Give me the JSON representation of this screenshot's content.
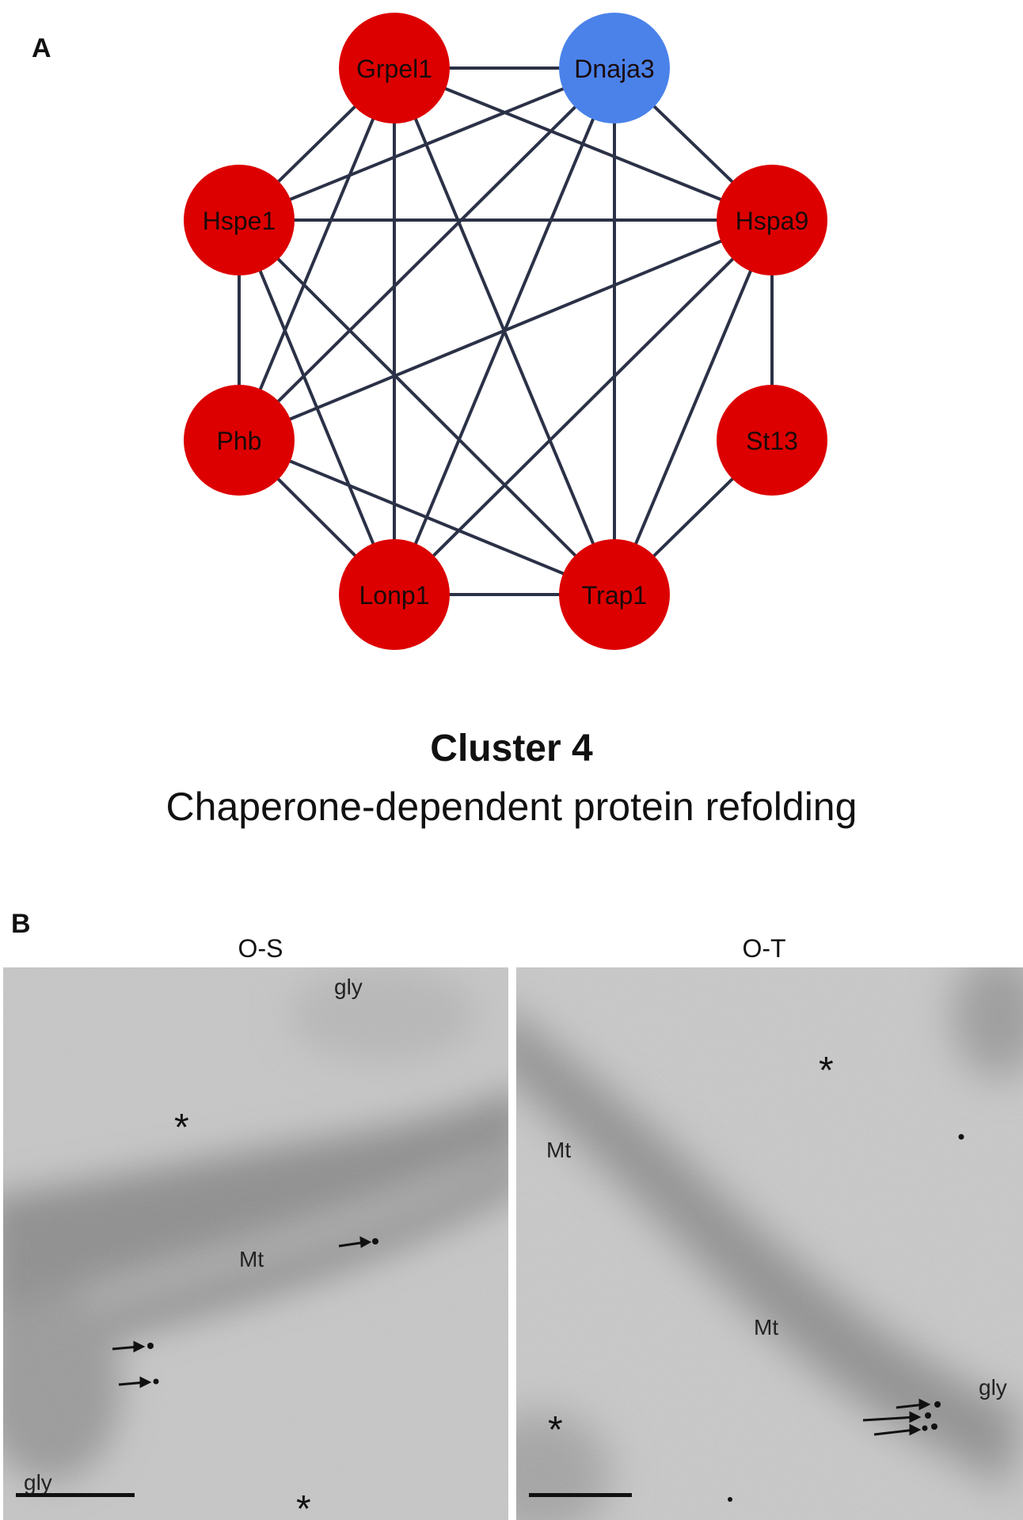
{
  "panel_a": {
    "letter": "A",
    "nodes": [
      {
        "id": "Grpel1",
        "label": "Grpel1",
        "color": "#dd0000"
      },
      {
        "id": "Dnaja3",
        "label": "Dnaja3",
        "color": "#4a82ea"
      },
      {
        "id": "Hspe1",
        "label": "Hspe1",
        "color": "#dd0000"
      },
      {
        "id": "Hspa9",
        "label": "Hspa9",
        "color": "#dd0000"
      },
      {
        "id": "Phb",
        "label": "Phb",
        "color": "#dd0000"
      },
      {
        "id": "St13",
        "label": "St13",
        "color": "#dd0000"
      },
      {
        "id": "Lonp1",
        "label": "Lonp1",
        "color": "#dd0000"
      },
      {
        "id": "Trap1",
        "label": "Trap1",
        "color": "#dd0000"
      }
    ],
    "edges": [
      [
        "Grpel1",
        "Dnaja3"
      ],
      [
        "Grpel1",
        "Hspe1"
      ],
      [
        "Grpel1",
        "Hspa9"
      ],
      [
        "Grpel1",
        "Phb"
      ],
      [
        "Grpel1",
        "Lonp1"
      ],
      [
        "Grpel1",
        "Trap1"
      ],
      [
        "Dnaja3",
        "Hspe1"
      ],
      [
        "Dnaja3",
        "Hspa9"
      ],
      [
        "Dnaja3",
        "Phb"
      ],
      [
        "Dnaja3",
        "Lonp1"
      ],
      [
        "Dnaja3",
        "Trap1"
      ],
      [
        "Hspe1",
        "Hspa9"
      ],
      [
        "Hspe1",
        "Phb"
      ],
      [
        "Hspe1",
        "Lonp1"
      ],
      [
        "Hspe1",
        "Trap1"
      ],
      [
        "Hspa9",
        "Phb"
      ],
      [
        "Hspa9",
        "St13"
      ],
      [
        "Hspa9",
        "Lonp1"
      ],
      [
        "Hspa9",
        "Trap1"
      ],
      [
        "Phb",
        "Lonp1"
      ],
      [
        "Phb",
        "Trap1"
      ],
      [
        "St13",
        "Trap1"
      ],
      [
        "Lonp1",
        "Trap1"
      ]
    ],
    "edge_color": "#2b3147",
    "title": "Cluster 4",
    "subtitle": "Chaperone-dependent protein refolding"
  },
  "panel_b": {
    "letter": "B",
    "left": {
      "label": "O-S",
      "annotations": [
        "gly",
        "Mt",
        "gly"
      ],
      "markers": [
        "*",
        "*",
        "*"
      ]
    },
    "right": {
      "label": "O-T",
      "annotations": [
        "Mt",
        "Mt",
        "gly"
      ],
      "markers": [
        "*",
        "*"
      ]
    }
  }
}
